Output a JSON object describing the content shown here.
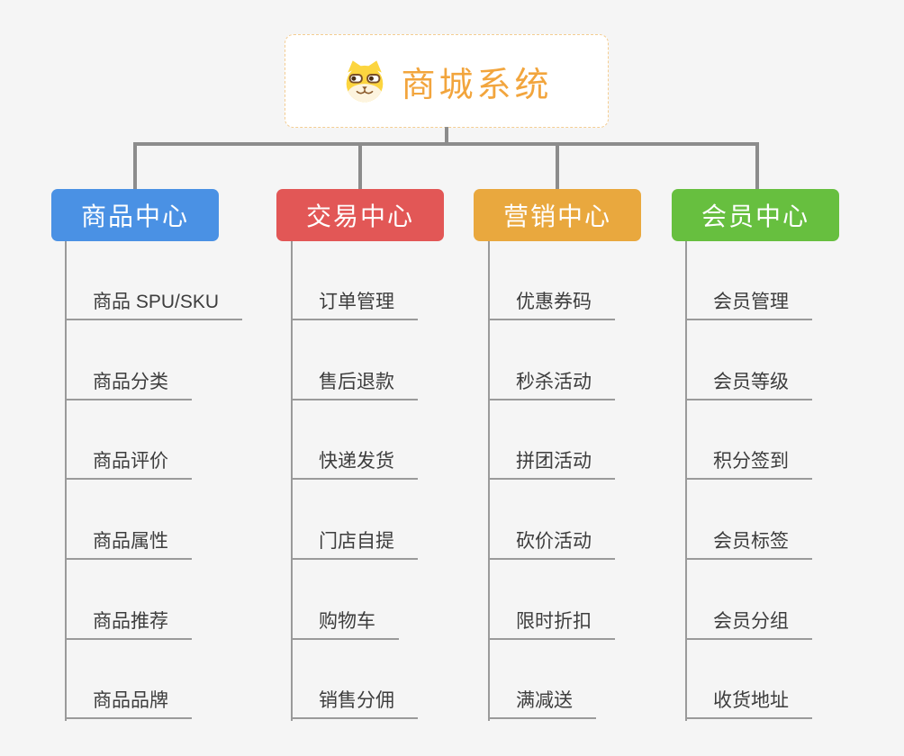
{
  "canvas": {
    "background": "#f5f5f5"
  },
  "root": {
    "title": "商城系统",
    "icon": "dog-face-icon",
    "text_color": "#f2a53d",
    "border_color": "#f4cd92"
  },
  "branches": [
    {
      "label": "商品中心",
      "color": "#4a91e4",
      "children": [
        "商品 SPU/SKU",
        "商品分类",
        "商品评价",
        "商品属性",
        "商品推荐",
        "商品品牌"
      ]
    },
    {
      "label": "交易中心",
      "color": "#e25756",
      "children": [
        "订单管理",
        "售后退款",
        "快递发货",
        "门店自提",
        "购物车",
        "销售分佣"
      ]
    },
    {
      "label": "营销中心",
      "color": "#e9a83e",
      "children": [
        "优惠券码",
        "秒杀活动",
        "拼团活动",
        "砍价活动",
        "限时折扣",
        "满减送"
      ]
    },
    {
      "label": "会员中心",
      "color": "#67bf3f",
      "children": [
        "会员管理",
        "会员等级",
        "积分签到",
        "会员标签",
        "会员分组",
        "收货地址"
      ]
    }
  ],
  "connector_color": "#8c8c8c",
  "leaf_line_color": "#9a9a9a",
  "leaf_text_color": "#3d3d3d"
}
